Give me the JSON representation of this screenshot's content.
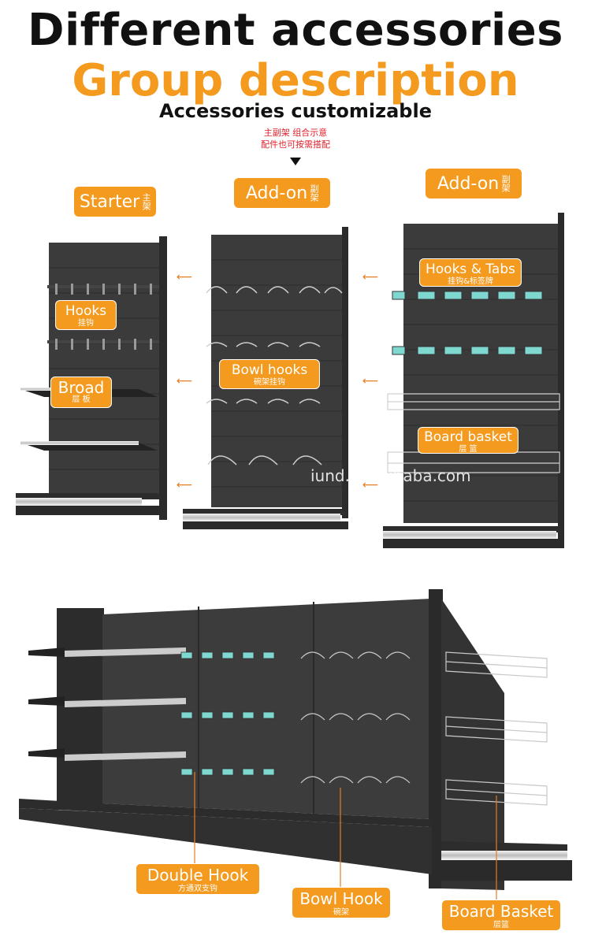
{
  "header": {
    "title": "Different accessories",
    "subtitle": "Group description",
    "tagline": "Accessories customizable",
    "note_line1": "主副架 组合示意",
    "note_line2": "配件也可按需搭配"
  },
  "units": [
    {
      "label": "Starter",
      "cn": "主架"
    },
    {
      "label": "Add-on",
      "cn": "副架"
    },
    {
      "label": "Add-on",
      "cn": "副架"
    }
  ],
  "labels": {
    "hooks": {
      "en": "Hooks",
      "cn": "挂钩"
    },
    "broad": {
      "en": "Broad",
      "cn": "层 板"
    },
    "bowl_hooks": {
      "en": "Bowl hooks",
      "cn": "碗架挂钩"
    },
    "hooks_tabs": {
      "en": "Hooks & Tabs",
      "cn": "挂钩&标签牌"
    },
    "board_basket": {
      "en": "Board basket",
      "cn": "层 篮"
    },
    "double_hook": {
      "en": "Double Hook",
      "cn": "方通双支钩"
    },
    "bowl_hook": {
      "en": "Bowl Hook",
      "cn": "碗架"
    },
    "board_basket2": {
      "en": "Board Basket",
      "cn": "层篮"
    }
  },
  "watermark": "iund.en.alibaba.com",
  "colors": {
    "accent": "#f39a1f",
    "panel": "#333333",
    "shelf": "#222222"
  }
}
